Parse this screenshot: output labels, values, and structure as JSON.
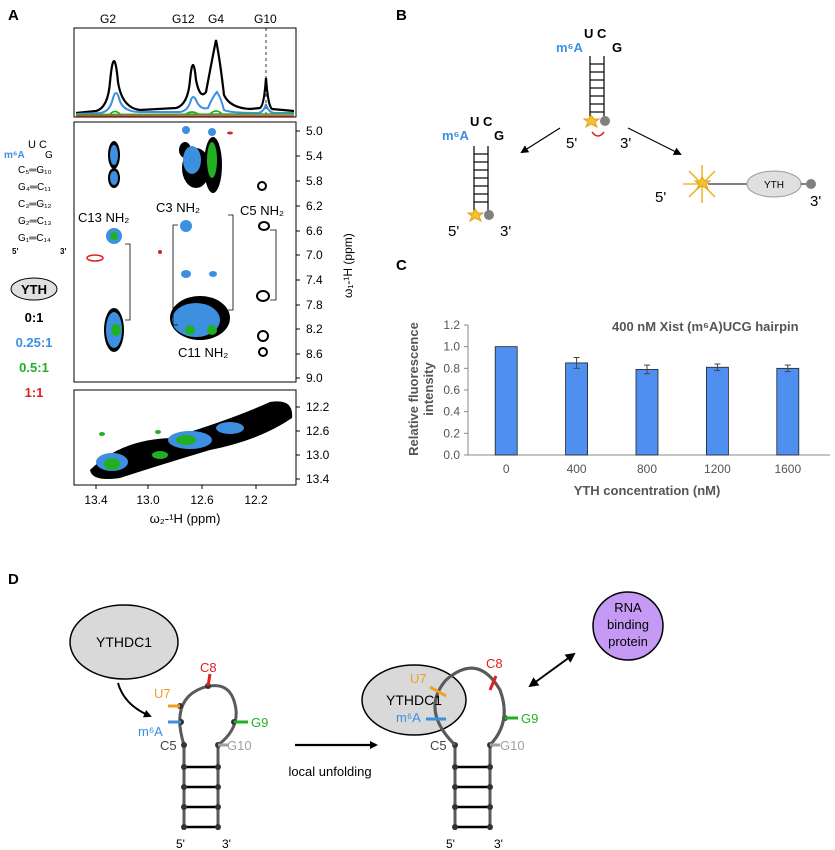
{
  "panels": {
    "a": "A",
    "b": "B",
    "c": "C",
    "d": "D"
  },
  "panel_a": {
    "peak_labels": [
      "G2",
      "G12",
      "G4",
      "G10"
    ],
    "right_axis_top": [
      "5.0",
      "5.4",
      "5.8",
      "6.2",
      "6.6",
      "7.0",
      "7.4",
      "7.8",
      "8.2",
      "8.6",
      "9.0"
    ],
    "right_axis_bottom": [
      "12.2",
      "12.6",
      "13.0",
      "13.4"
    ],
    "x_ticks": [
      "13.4",
      "13.0",
      "12.6",
      "12.2"
    ],
    "y_axis_label": "ω₁-¹H (ppm)",
    "x_axis_label": "ω₂-¹H (ppm)",
    "nh2_labels": [
      "C13 NH₂",
      "C3 NH₂",
      "C5 NH₂",
      "C11 NH₂"
    ],
    "hairpin": {
      "loop": "U C",
      "m6a": "m⁶A",
      "g": "G",
      "pairs": [
        "C₅═G₁₀",
        "G₄═C₁₁",
        "C₃═G₁₂",
        "G₂═C₁₃",
        "G₁═C₁₄"
      ],
      "ends": [
        "5'",
        "3'"
      ]
    },
    "legend": {
      "yth": "YTH",
      "ratios": [
        {
          "label": "0:1",
          "color": "#000000"
        },
        {
          "label": "0.25:1",
          "color": "#3d8fe0"
        },
        {
          "label": "0.5:1",
          "color": "#22b022"
        },
        {
          "label": "1:1",
          "color": "#e02020"
        }
      ]
    }
  },
  "panel_b": {
    "loop": "U C",
    "m6a": "m⁶A",
    "g": "G",
    "five": "5'",
    "three": "3'",
    "yth": "YTH"
  },
  "chart_data": {
    "type": "bar",
    "title": "400 nM Xist (m⁶A)UCG hairpin",
    "xlabel": "YTH concentration (nM)",
    "ylabel": "Relative fluorescence intensity",
    "categories": [
      "0",
      "400",
      "800",
      "1200",
      "1600"
    ],
    "values": [
      1.0,
      0.85,
      0.79,
      0.81,
      0.8
    ],
    "errors": [
      0.0,
      0.05,
      0.04,
      0.03,
      0.03
    ],
    "ylim": [
      0,
      1.2
    ],
    "yticks": [
      "0.0",
      "0.2",
      "0.4",
      "0.6",
      "0.8",
      "1.0",
      "1.2"
    ],
    "bar_color": "#4f8ff0",
    "grid": false
  },
  "panel_d": {
    "ythdc1": "YTHDC1",
    "rbp": [
      "RNA",
      "binding",
      "protein"
    ],
    "arrow_label": "local unfolding",
    "nucleotides": {
      "u7": "U7",
      "c8": "C8",
      "g9": "G9",
      "m6a": "m⁶A",
      "c5": "C5",
      "g10": "G10"
    },
    "five": "5'",
    "three": "3'",
    "colors": {
      "u7": "#f0a020",
      "c8": "#e02020",
      "g9": "#22b022",
      "m6a": "#3d8fe0",
      "g10": "#a0a0a0",
      "protein": "#d9d9d9",
      "rbp": "#c49af5"
    }
  }
}
